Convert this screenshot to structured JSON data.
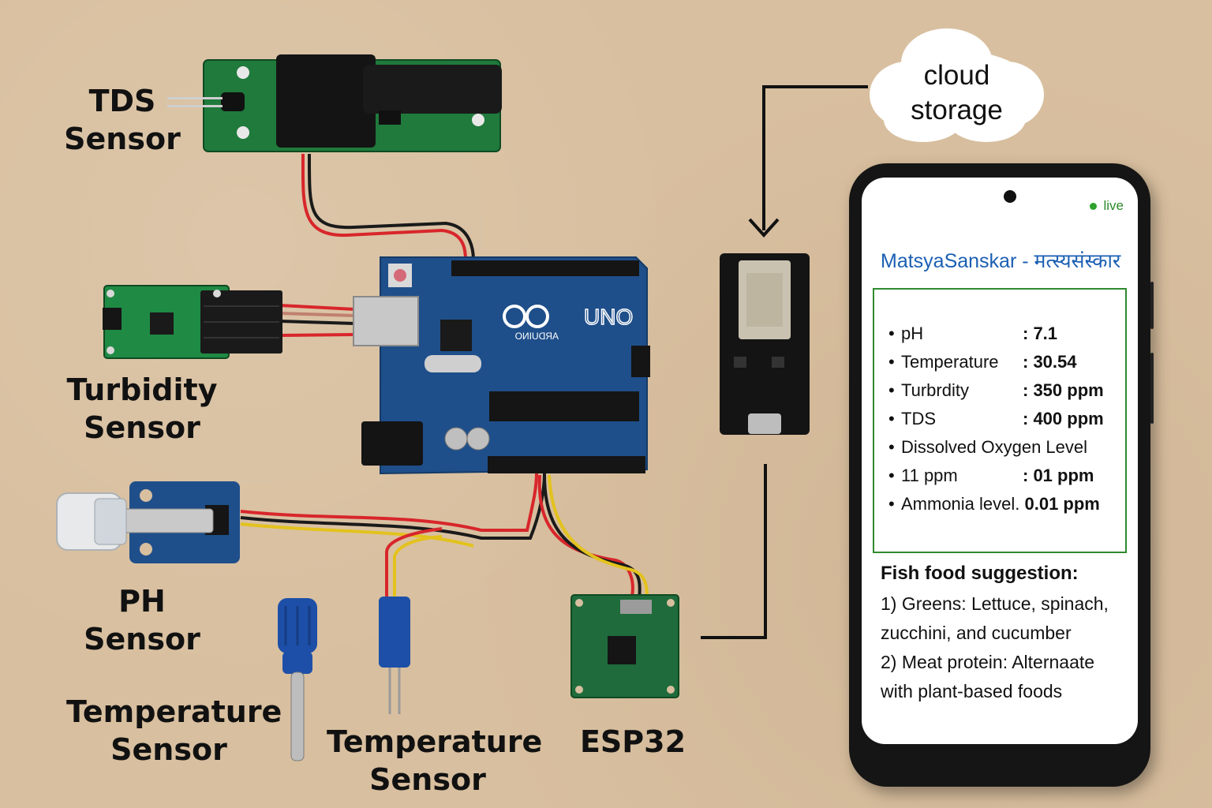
{
  "labels": {
    "tds": [
      "TDS",
      "Sensor"
    ],
    "turbidity": [
      "Turbidity",
      "Sensor"
    ],
    "ph": [
      "PH",
      "Sensor"
    ],
    "temperature_left": [
      "Temperature",
      "Sensor"
    ],
    "temperature_mid": [
      "Temperature",
      "Sensor"
    ],
    "esp32": "ESP32"
  },
  "cloud": [
    "cloud",
    "storage"
  ],
  "board_text": {
    "uno": "UNO",
    "arduino_mirrored": "ARDUINO"
  },
  "phone": {
    "status": "live",
    "app_title": "MatsyaSanskar - मत्स्यसंस्कार",
    "readings": [
      {
        "name": "pH",
        "value": ": 7.1"
      },
      {
        "name": "Temperature",
        "value": ": 30.54"
      },
      {
        "name": "Turbrdity",
        "value": ": 350 ppm"
      },
      {
        "name": "TDS",
        "value": ": 400 ppm"
      },
      {
        "name": "Dissolved Oxygen Level",
        "value": ""
      },
      {
        "name": "11 ppm",
        "value": ": 01 ppm"
      },
      {
        "name": "Ammonia level.",
        "value": "0.01 ppm"
      }
    ],
    "food": {
      "title": "Fish food suggestion:",
      "lines": [
        "1) Greens: Lettuce, spinach,",
        "zucchini, and cucumber",
        "2) Meat protein: Alternaate",
        "with plant-based foods"
      ]
    }
  },
  "colors": {
    "background": "#d8bf9f",
    "pcb_green": "#1f7a3c",
    "arduino_blue": "#1f4f8a",
    "wire_red": "#d8262b",
    "wire_black": "#1a1a1a",
    "wire_yellow": "#e3c21d",
    "accent_blue": "#1b5fb3",
    "readings_border": "#2f8a2f"
  }
}
